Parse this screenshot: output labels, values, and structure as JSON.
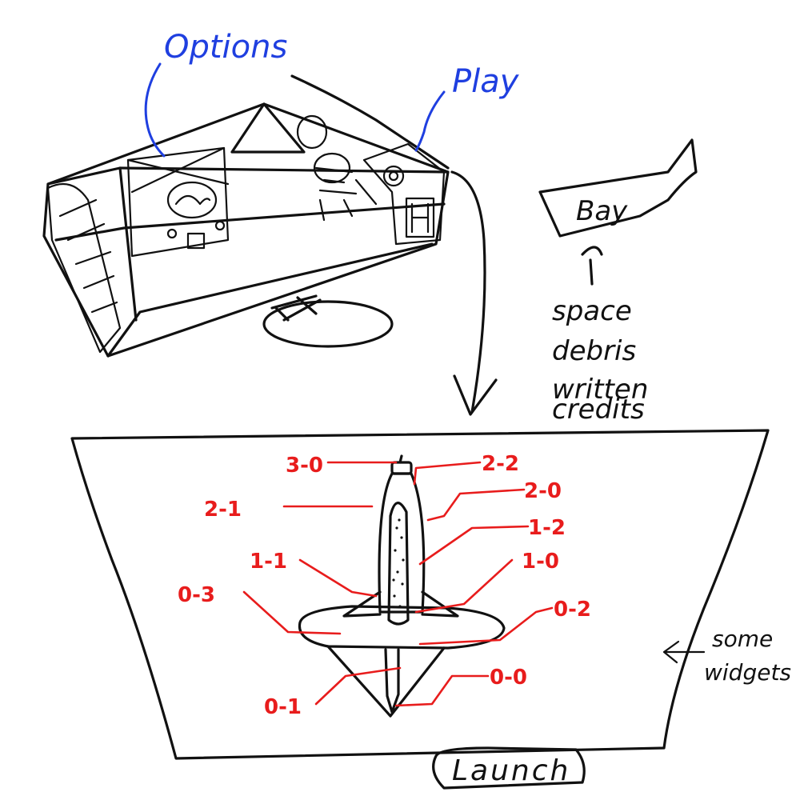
{
  "menu_sketch": {
    "options_label": "Options",
    "play_label": "Play"
  },
  "flag": {
    "label": "Bay"
  },
  "credit_notes": {
    "lines": [
      "space",
      "debris",
      "written",
      "credits"
    ]
  },
  "rocket_parts": [
    "3-0",
    "2-2",
    "2-1",
    "2-0",
    "1-2",
    "1-1",
    "1-0",
    "0-3",
    "0-2",
    "0-1",
    "0-0"
  ],
  "widgets_note": {
    "line1": "some",
    "line2": "widgets"
  },
  "launch_button": {
    "label": "Launch"
  },
  "colors": {
    "ink": "#111111",
    "annotation_blue": "#1f3fe0",
    "part_red": "#e81c1c"
  }
}
